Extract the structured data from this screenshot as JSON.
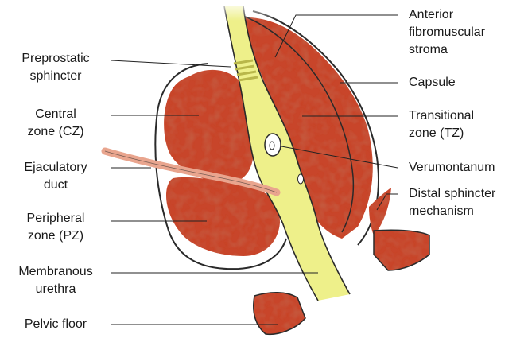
{
  "labels": {
    "left": [
      {
        "id": "preprostatic-sphincter",
        "lines": [
          "Preprostatic",
          "sphincter"
        ]
      },
      {
        "id": "central-zone",
        "lines": [
          "Central",
          "zone (CZ)"
        ]
      },
      {
        "id": "ejaculatory-duct",
        "lines": [
          "Ejaculatory",
          "duct"
        ]
      },
      {
        "id": "peripheral-zone",
        "lines": [
          "Peripheral",
          "zone (PZ)"
        ]
      },
      {
        "id": "membranous-urethra",
        "lines": [
          "Membranous",
          "urethra"
        ]
      },
      {
        "id": "pelvic-floor",
        "lines": [
          "Pelvic floor"
        ]
      }
    ],
    "right": [
      {
        "id": "anterior-fibromuscular-stroma",
        "lines": [
          "Anterior",
          "fibromuscular",
          "stroma"
        ]
      },
      {
        "id": "capsule",
        "lines": [
          "Capsule"
        ]
      },
      {
        "id": "transitional-zone",
        "lines": [
          "Transitional",
          "zone (TZ)"
        ]
      },
      {
        "id": "verumontanum",
        "lines": [
          "Verumontanum"
        ]
      },
      {
        "id": "distal-sphincter-mechanism",
        "lines": [
          "Distal sphincter",
          "mechanism"
        ]
      }
    ]
  },
  "colors": {
    "gland": "#c8442c",
    "gland_dark": "#a5301d",
    "gland_light": "#e9a58e",
    "urethra": "#eef08a",
    "urethra_edge": "#b9b74a",
    "outline": "#2a2a2a",
    "leader": "#222222"
  }
}
